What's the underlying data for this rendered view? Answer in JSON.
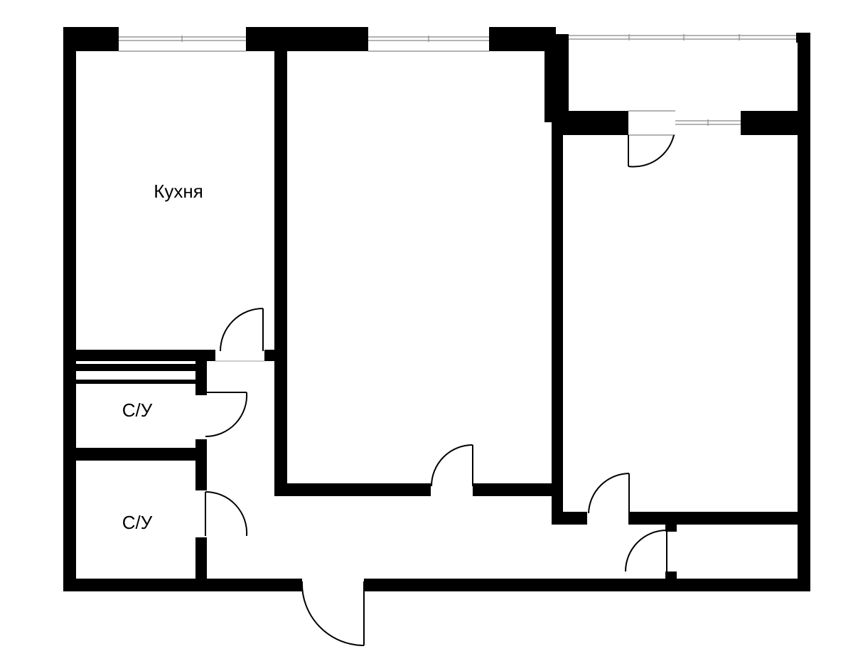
{
  "plan": {
    "rooms": {
      "kitchen": "Кухня",
      "bathroom_1": "С/У",
      "bathroom_2": "С/У"
    },
    "colors": {
      "wall": "#000000",
      "background": "#ffffff",
      "window_frame": "#9a9a9a"
    }
  }
}
